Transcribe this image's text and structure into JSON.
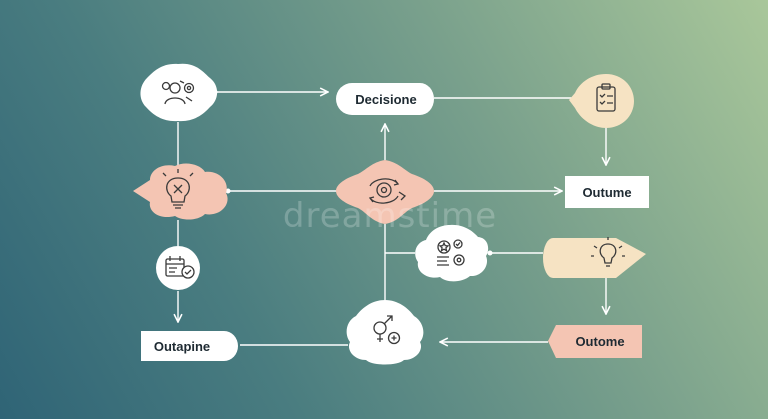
{
  "labels": {
    "decisione": "Decisione",
    "outume": "Outume",
    "outapine": "Outapine",
    "outome": "Outome"
  },
  "watermark": "dreamstime",
  "colors": {
    "node_white": "#ffffff",
    "node_pink": "#f4c5b3",
    "node_cream": "#f6e3c3",
    "connector": "#ffffff",
    "icon_stroke": "#3a3a3a"
  },
  "icons": {
    "top_left": "team-settings-icon",
    "top_right": "checklist-clipboard-icon",
    "mid_left": "lightbulb-cross-icon",
    "center": "gear-arrows-icon",
    "lower_left": "calendar-check-icon",
    "lower_mid": "award-gear-list-icon",
    "right_arrow": "lightbulb-idea-icon",
    "bottom_center": "gender-symbols-icon"
  }
}
